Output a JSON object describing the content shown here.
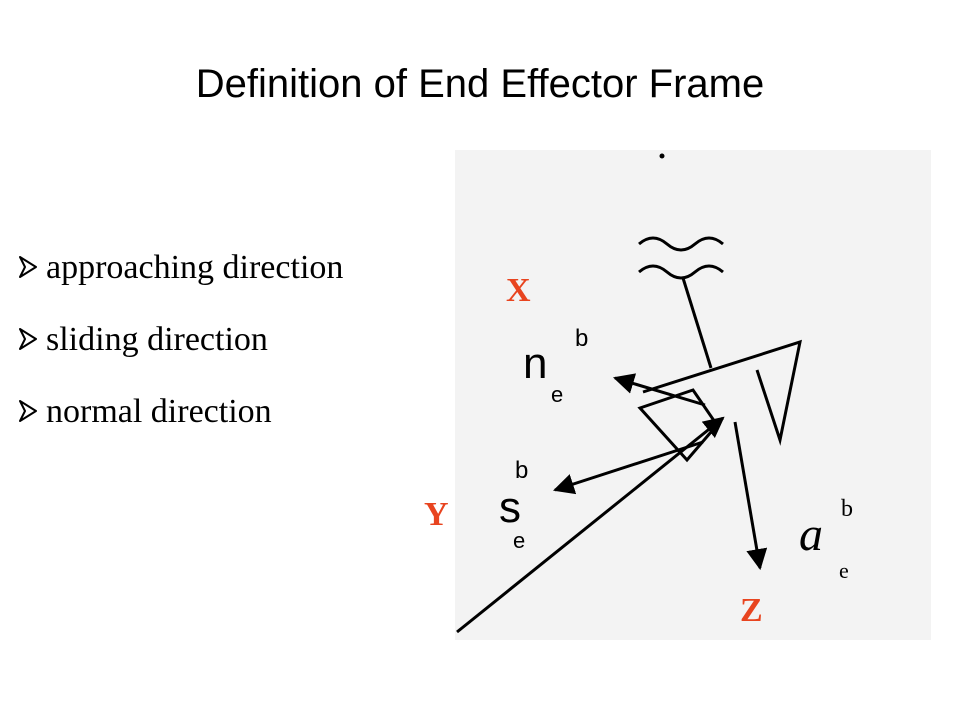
{
  "slide": {
    "title": "Definition of End Effector Frame"
  },
  "bullets": [
    "approaching direction",
    "sliding direction",
    "normal direction"
  ],
  "diagram": {
    "axis_labels": {
      "x": "X",
      "y": "Y",
      "z": "Z"
    },
    "vector_labels": {
      "n": {
        "base": "n",
        "sub": "e",
        "sup": "b"
      },
      "s": {
        "base": "s",
        "sub": "e",
        "sup": "b"
      },
      "a": {
        "base": "a",
        "sub": "e",
        "sup": "b"
      }
    }
  },
  "colors": {
    "axis_label": "#e8441f",
    "text": "#000000"
  }
}
